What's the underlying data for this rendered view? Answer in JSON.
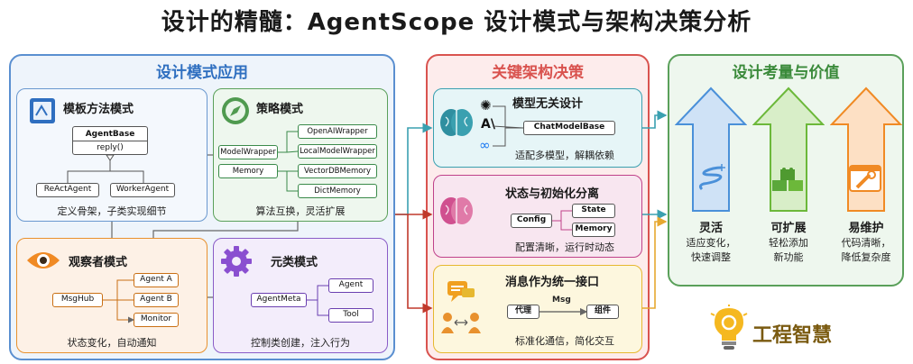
{
  "title": "设计的精髓：AgentScope 设计模式与架构决策分析",
  "left_panel": {
    "title": "设计模式应用",
    "template": {
      "title": "模板方法模式",
      "base_class": "AgentBase",
      "base_method": "reply()",
      "sub_a": "ReActAgent",
      "sub_b": "WorkerAgent",
      "caption": "定义骨架，子类实现细节"
    },
    "strategy": {
      "title": "策略模式",
      "wrapper": "ModelWrapper",
      "memory": "Memory",
      "impls": [
        "OpenAIWrapper",
        "LocalModelWrapper",
        "VectorDBMemory",
        "DictMemory"
      ],
      "caption": "算法互换，灵活扩展"
    },
    "observer": {
      "title": "观察者模式",
      "hub": "MsgHub",
      "observers": [
        "Agent A",
        "Agent B",
        "Monitor"
      ],
      "caption": "状态变化，自动通知"
    },
    "meta": {
      "title": "元类模式",
      "meta": "AgentMeta",
      "targets": [
        "Agent",
        "Tool"
      ],
      "caption": "控制类创建，注入行为"
    }
  },
  "middle_panel": {
    "title": "关键架构决策",
    "model_agnostic": {
      "title": "模型无关设计",
      "base": "ChatModelBase",
      "caption": "适配多模型，解耦依赖"
    },
    "state_separation": {
      "title": "状态与初始化分离",
      "config": "Config",
      "state": "State",
      "memory": "Memory",
      "caption": "配置清晰，运行时动态"
    },
    "message_interface": {
      "title": "消息作为统一接口",
      "msg": "Msg",
      "proxy": "代理",
      "component": "组件",
      "caption": "标准化通信，简化交互"
    }
  },
  "right_panel": {
    "title": "设计考量与价值",
    "values": [
      {
        "title": "灵活",
        "desc_1": "适应变化，",
        "desc_2": "快速调整",
        "color": "#4a90d9"
      },
      {
        "title": "可扩展",
        "desc_1": "轻松添加",
        "desc_2": "新功能",
        "color": "#6cb83a"
      },
      {
        "title": "易维护",
        "desc_1": "代码清晰，",
        "desc_2": "降低复杂度",
        "color": "#f08a24"
      }
    ]
  },
  "brand": "工程智慧",
  "colors": {
    "blue": "#4a7fc1",
    "green": "#5aa05a",
    "orange": "#e8912e",
    "purple": "#8a5cc7",
    "red": "#d9534f",
    "yellow": "#e6b830"
  },
  "icons": [
    "template-icon",
    "compass-icon",
    "eye-icon",
    "gear-icon",
    "brain-icon",
    "openai-icon",
    "anthropic-icon",
    "meta-icon",
    "chat-icon",
    "people-icon",
    "lightbulb-icon",
    "spring-icon",
    "blocks-icon",
    "wrench-icon"
  ]
}
